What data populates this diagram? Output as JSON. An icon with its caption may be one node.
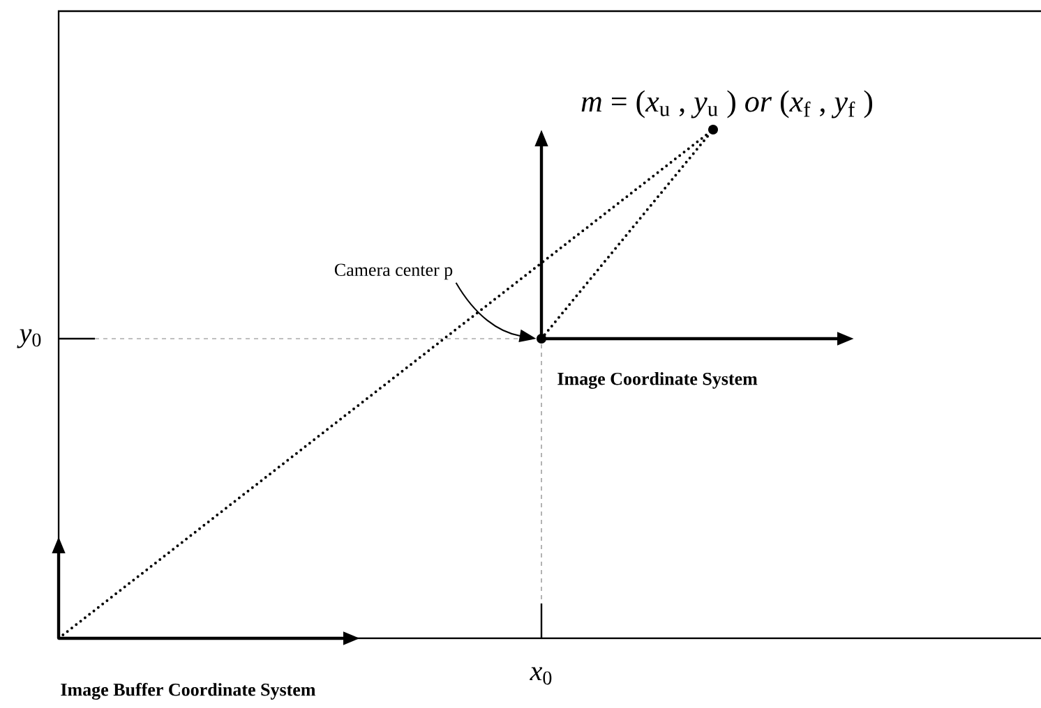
{
  "diagram": {
    "nodes": [
      {
        "text": [],
        "shape": "circle",
        "beside": [
          "*m* = (*x*$_{u}$ , *y*$_{u}$ ) *or* (*x*$_{f}$ , *y*$_{f}$ )"
        ]
      },
      {
        "text": [],
        "shape": "circle"
      },
      {
        "text": [
          "Camera center p"
        ]
      }
    ],
    "edges": [
      {
        "from": 2,
        "to": 1,
        "arrow": "to"
      },
      {
        "from": 1,
        "to": 0,
        "arrow": "none",
        "style": "dashed"
      },
      {
        "from": null,
        "to": 0,
        "arrow": "none",
        "style": "dashed"
      }
    ],
    "labels": [
      "*y*$_{0}$",
      "Image Coordinate System",
      "*x*$_{0}$",
      "Image Buffer Coordinate System"
    ]
  }
}
